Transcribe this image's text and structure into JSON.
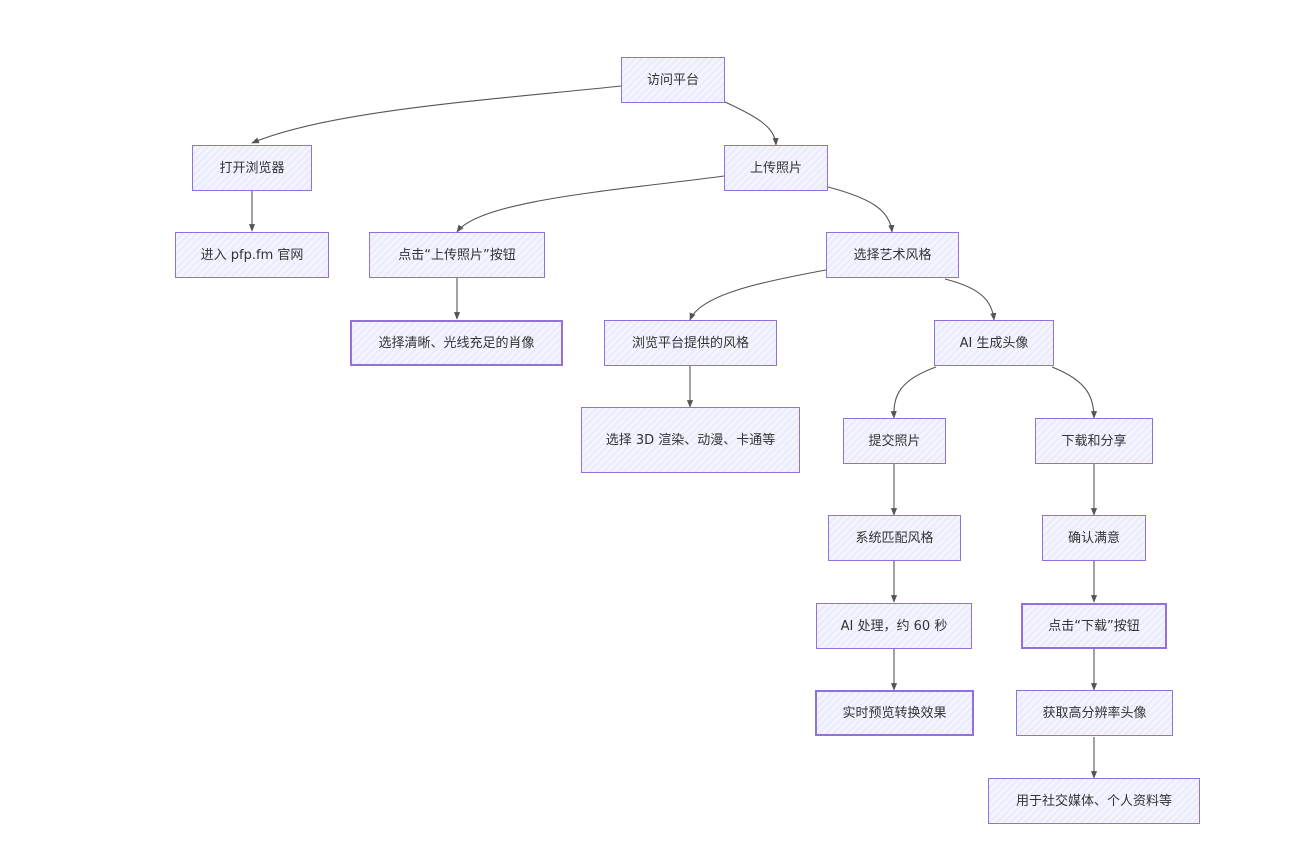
{
  "nodes": {
    "visit_platform": "访问平台",
    "open_browser": "打开浏览器",
    "upload_photo": "上传照片",
    "enter_site": "进入 pfp.fm 官网",
    "click_upload_button": "点击“上传照片”按钮",
    "choose_art_style": "选择艺术风格",
    "choose_clear_portrait": "选择清晰、光线充足的肖像",
    "browse_styles": "浏览平台提供的风格",
    "ai_generate_avatar": "AI 生成头像",
    "select_style_types": "选择 3D 渲染、动漫、卡通等",
    "submit_photo": "提交照片",
    "download_share": "下载和分享",
    "system_match_style": "系统匹配风格",
    "confirm_satisfied": "确认满意",
    "ai_processing": "AI 处理，约 60 秒",
    "click_download_button": "点击“下载”按钮",
    "realtime_preview": "实时预览转换效果",
    "get_hires_avatar": "获取高分辨率头像",
    "use_for_social": "用于社交媒体、个人资料等"
  },
  "colors": {
    "node_fill": "#ececff",
    "node_border": "#9370db",
    "edge": "#555555",
    "text": "#333333"
  }
}
